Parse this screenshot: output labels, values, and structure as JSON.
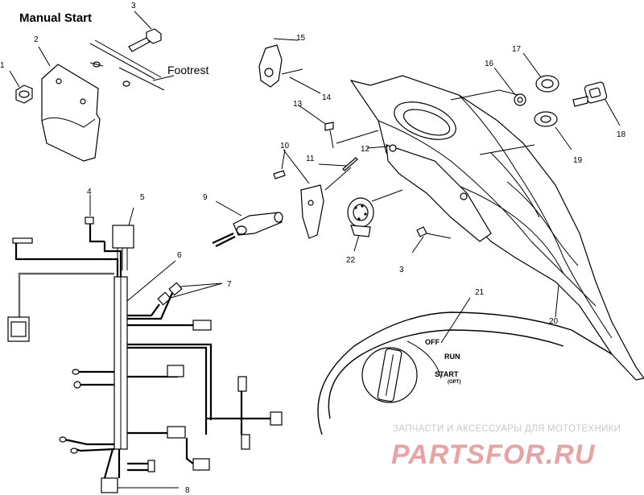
{
  "title": "Manual Start",
  "footrest_label": "Footrest",
  "switch_labels": {
    "off": "OFF",
    "run": "RUN",
    "start": "START",
    "start_sub": "(OPT)"
  },
  "callouts": [
    "1",
    "2",
    "3",
    "4",
    "5",
    "6",
    "7",
    "8",
    "9",
    "10",
    "11",
    "12",
    "13",
    "14",
    "15",
    "16",
    "17",
    "18",
    "19",
    "20",
    "21",
    "22",
    "3"
  ],
  "watermark": {
    "tagline": "ЗАПЧАСТИ И АКСЕССУАРЫ ДЛЯ МОТОТЕХНИКИ",
    "logo": "PARTSFOR.RU"
  },
  "colors": {
    "line": "#000000",
    "background": "#ffffff",
    "watermark_logo": "#e8a3a3",
    "watermark_text": "#c9c9c9"
  }
}
